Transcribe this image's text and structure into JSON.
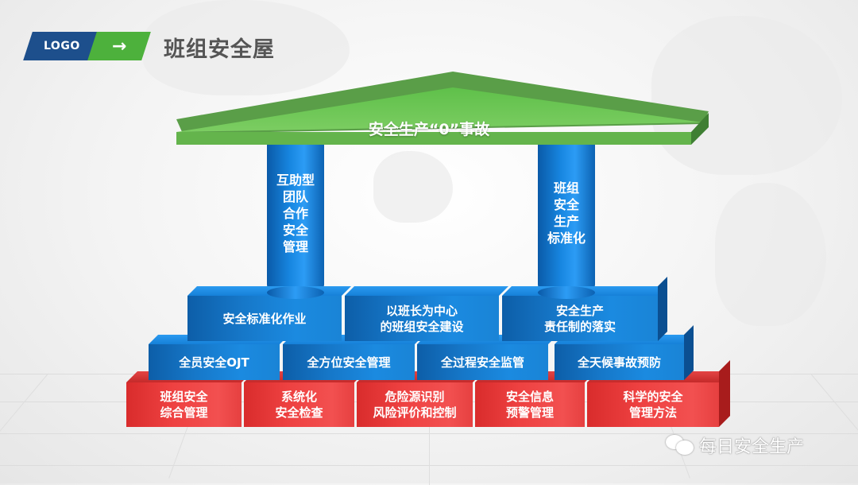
{
  "header": {
    "logo_label": "LOGO",
    "arrow_glyph": "→",
    "title": "班组安全屋"
  },
  "colors": {
    "logo_blue": "#1d4f8c",
    "arrow_green": "#4db13c",
    "roof_green": "#5fb14a",
    "pillar_blue": "#1786e0",
    "block_blue": "#1677c8",
    "block_red": "#ee4141",
    "title_gray": "#555555"
  },
  "roof": {
    "label": "安全生产“0”事故"
  },
  "pillars": [
    {
      "label": "互助型\n团队\n合作\n安全\n管理"
    },
    {
      "label": "班组\n安全\n生产\n标准化"
    }
  ],
  "tier_top": [
    {
      "label": "安全标准化作业"
    },
    {
      "label": "以班长为中心\n的班组安全建设"
    },
    {
      "label": "安全生产\n责任制的落实"
    }
  ],
  "tier_middle": [
    {
      "label": "全员安全OJT"
    },
    {
      "label": "全方位安全管理"
    },
    {
      "label": "全过程安全监管"
    },
    {
      "label": "全天候事故预防"
    }
  ],
  "tier_bottom": [
    {
      "label": "班组安全\n综合管理"
    },
    {
      "label": "系统化\n安全检查"
    },
    {
      "label": "危险源识别\n风险评价和控制"
    },
    {
      "label": "安全信息\n预警管理"
    },
    {
      "label": "科学的安全\n管理方法"
    }
  ],
  "watermark": {
    "icon": "wechat-icon",
    "text": "每日安全生产"
  }
}
